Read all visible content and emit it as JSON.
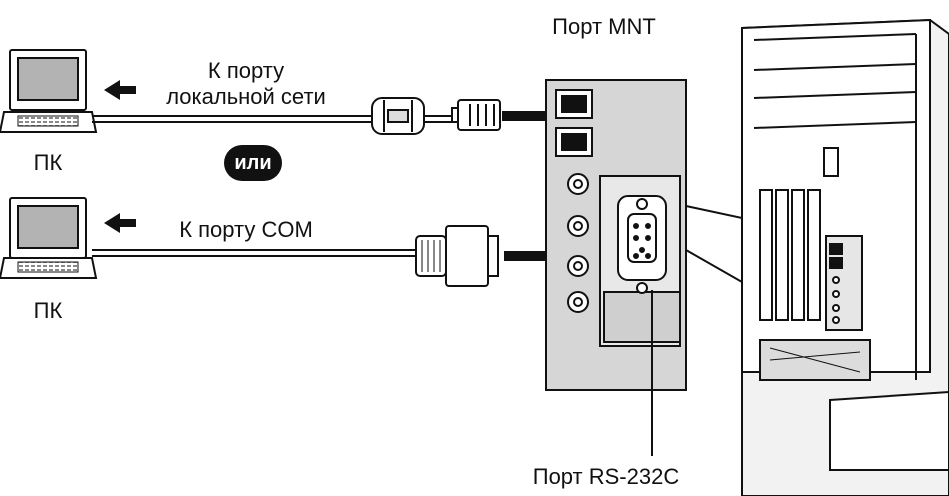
{
  "labels": {
    "mnt_port": "Порт MNT",
    "lan_port_line1": "К порту",
    "lan_port_line2": "локальной сети",
    "pc1": "ПК",
    "or": "или",
    "com_port": "К порту COM",
    "pc2": "ПК",
    "rs232_port": "Порт RS-232C"
  },
  "colors": {
    "line": "#111111",
    "screen": "#b3b3b3",
    "panel": "#d6d6d6",
    "cabinet": "#f2f2f2"
  }
}
